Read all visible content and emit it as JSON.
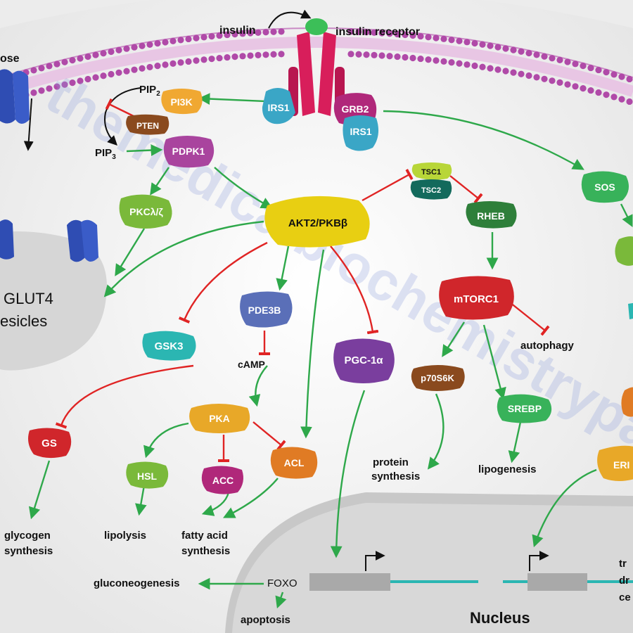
{
  "labels": {
    "insulin": "insulin",
    "insulin_receptor": "insulin receptor",
    "glucose": "ose",
    "pip2": "PIP",
    "pip2_sub": "2",
    "pip3": "PIP",
    "pip3_sub": "3",
    "glut4_line1": "GLUT4",
    "glut4_line2": "esicles",
    "camp": "cAMP",
    "autophagy": "autophagy",
    "protein_synthesis_1": "protein",
    "protein_synthesis_2": "synthesis",
    "lipogenesis": "lipogenesis",
    "glycogen_synthesis_1": "glycogen",
    "glycogen_synthesis_2": "synthesis",
    "lipolysis": "lipolysis",
    "fatty_acid_synthesis_1": "fatty acid",
    "fatty_acid_synthesis_2": "synthesis",
    "gluconeogenesis": "gluconeogenesis",
    "foxo": "FOXO",
    "apoptosis": "apoptosis",
    "nucleus": "Nucleus",
    "right_text_1": "tr",
    "right_text_2": "dr",
    "right_text_3": "ce"
  },
  "nodes": {
    "irs1_a": "IRS1",
    "grb2": "GRB2",
    "irs1_b": "IRS1",
    "pi3k": "PI3K",
    "pten": "PTEN",
    "pdpk1": "PDPK1",
    "pkc": "PKCλ/ζ",
    "akt2": "AKT2/PKBβ",
    "tsc1": "TSC1",
    "tsc2": "TSC2",
    "rheb": "RHEB",
    "mtorc1": "mTORC1",
    "p70s6k": "p70S6K",
    "srebp": "SREBP",
    "sos": "SOS",
    "gsk3": "GSK3",
    "pde3b": "PDE3B",
    "pgc1a": "PGC-1α",
    "pka": "PKA",
    "gs": "GS",
    "hsl": "HSL",
    "acc": "ACC",
    "acl": "ACL",
    "erk": "ERI"
  },
  "watermark": "themedicalbiochemistrypage.o",
  "colors": {
    "background": "#f2f2f2",
    "membrane_head": "#b04aa8",
    "activation_arrow": "#2ea84a",
    "inhibition_arrow": "#e02424",
    "akt2": "#e8cf12",
    "receptor": "#d81e5b"
  }
}
